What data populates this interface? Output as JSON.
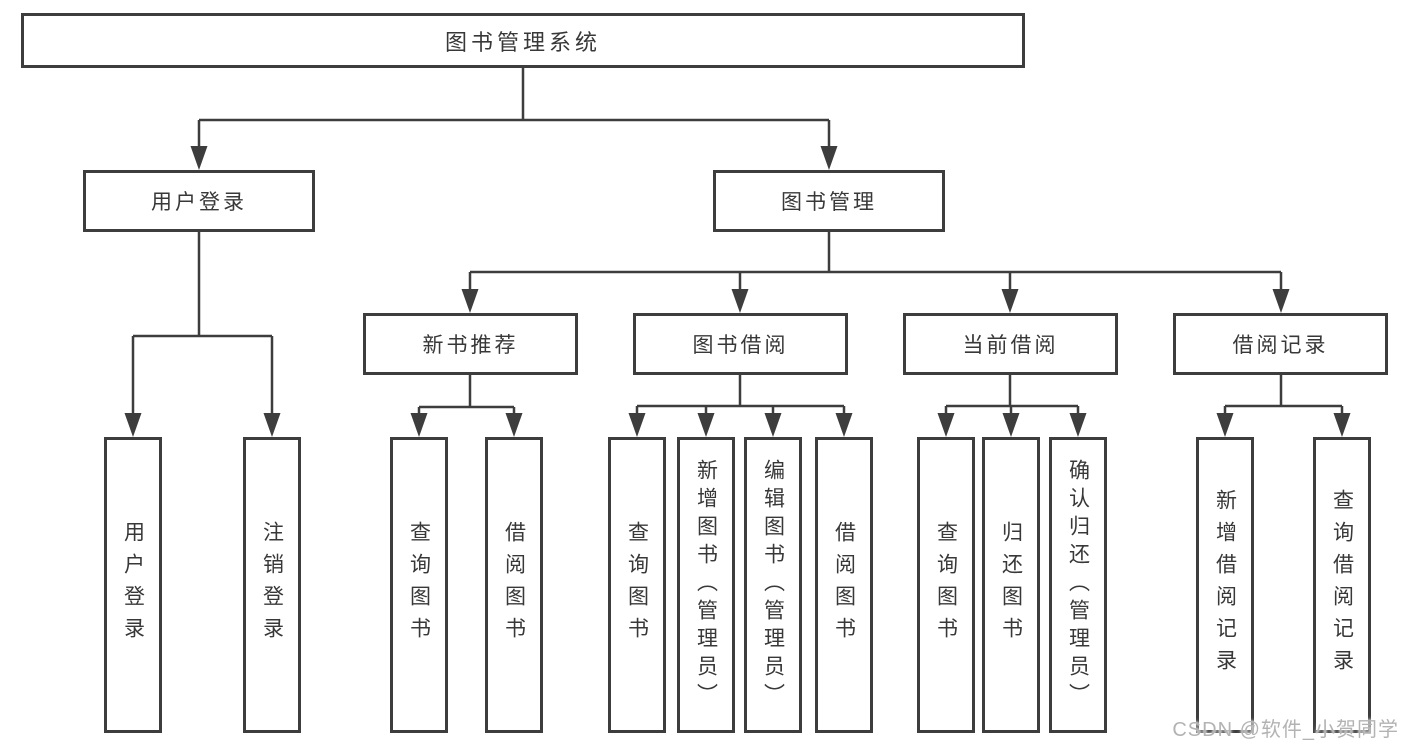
{
  "diagram": {
    "root": {
      "label": "图书管理系统"
    },
    "level2": [
      {
        "label": "用户登录"
      },
      {
        "label": "图书管理"
      }
    ],
    "level3": [
      {
        "label": "新书推荐"
      },
      {
        "label": "图书借阅"
      },
      {
        "label": "当前借阅"
      },
      {
        "label": "借阅记录"
      }
    ],
    "leaves": [
      {
        "label": "用户登录"
      },
      {
        "label": "注销登录"
      },
      {
        "label": "查询图书"
      },
      {
        "label": "借阅图书"
      },
      {
        "label": "查询图书"
      },
      {
        "label": "新增图书（管理员）"
      },
      {
        "label": "编辑图书（管理员）"
      },
      {
        "label": "借阅图书"
      },
      {
        "label": "查询图书"
      },
      {
        "label": "归还图书"
      },
      {
        "label": "确认归还（管理员）"
      },
      {
        "label": "新增借阅记录"
      },
      {
        "label": "查询借阅记录"
      }
    ]
  },
  "watermark": {
    "text": "CSDN @软件_小贺同学"
  },
  "colors": {
    "line": "#3d3d3d",
    "text": "#383838",
    "background": "#ffffff",
    "watermark": "#b3b3b3"
  }
}
